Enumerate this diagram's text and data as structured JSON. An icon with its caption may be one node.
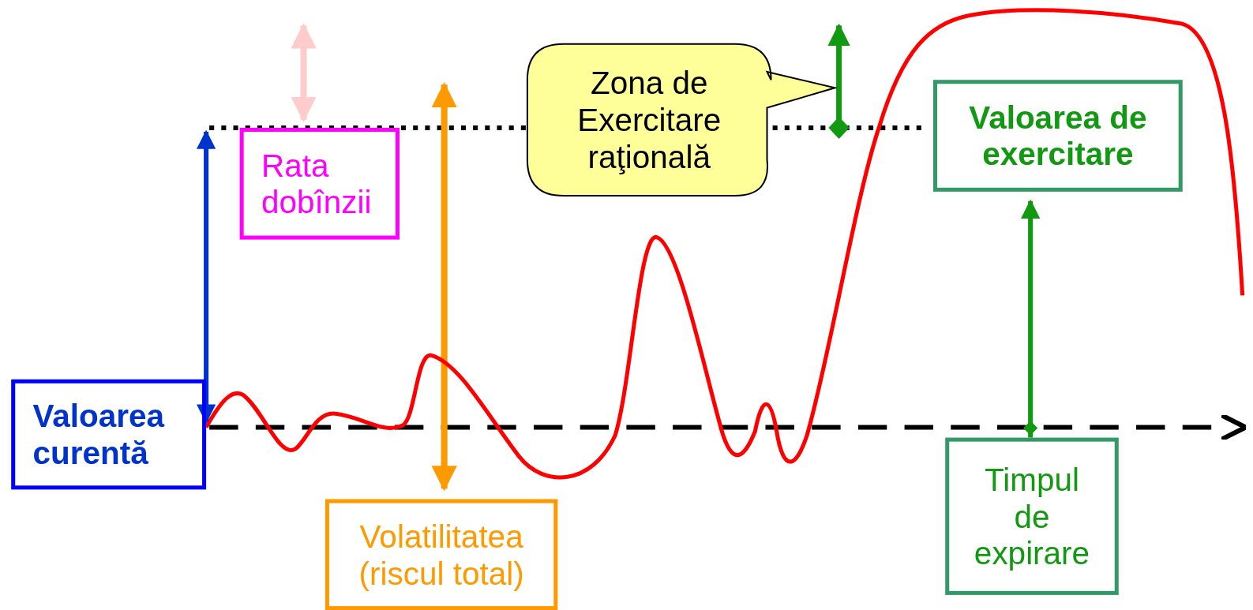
{
  "diagram": {
    "nodes": [
      {
        "text": [
          "Valoarea curentă"
        ]
      },
      {
        "text": [
          "Rata dobînzii"
        ]
      },
      {
        "text": [
          "Volatilitatea (riscul total)"
        ]
      },
      {
        "text": [
          "Zona de Exercitare raţională"
        ]
      },
      {
        "text": [
          "Valoarea de exercitare"
        ]
      },
      {
        "text": [
          "Timpul de expirare"
        ]
      },
      {
        "text": [],
        "shape": "line"
      }
    ],
    "edges": [
      {
        "from": 5,
        "to": 4,
        "arrow": "to",
        "color": "#119911"
      },
      {
        "from": 0,
        "to": 6,
        "arrow": "both",
        "color": "#0033cc"
      }
    ]
  }
}
